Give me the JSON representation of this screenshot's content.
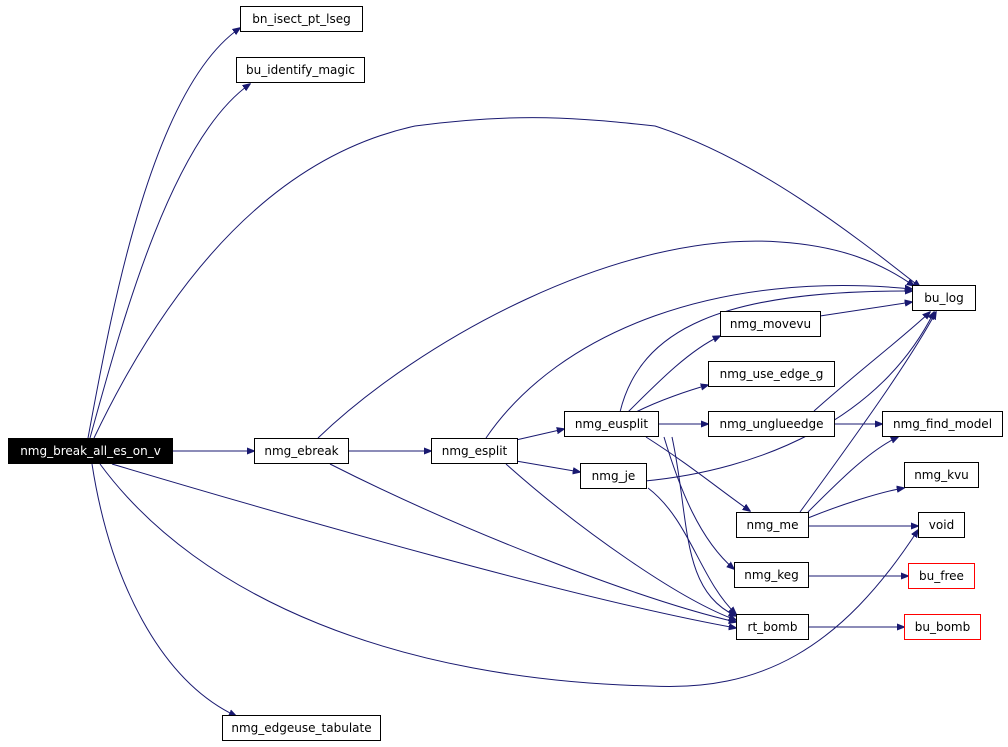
{
  "graph": {
    "nodes": [
      {
        "id": "root",
        "label": "nmg_break_all_es_on_v",
        "style": "root"
      },
      {
        "id": "isect",
        "label": "bn_isect_pt_lseg",
        "style": "normal"
      },
      {
        "id": "magic",
        "label": "bu_identify_magic",
        "style": "normal"
      },
      {
        "id": "log",
        "label": "bu_log",
        "style": "normal"
      },
      {
        "id": "movevu",
        "label": "nmg_movevu",
        "style": "normal"
      },
      {
        "id": "useg",
        "label": "nmg_use_edge_g",
        "style": "normal"
      },
      {
        "id": "unglue",
        "label": "nmg_unglueedge",
        "style": "normal"
      },
      {
        "id": "findmodel",
        "label": "nmg_find_model",
        "style": "normal"
      },
      {
        "id": "eusplit",
        "label": "nmg_eusplit",
        "style": "normal"
      },
      {
        "id": "ebreak",
        "label": "nmg_ebreak",
        "style": "normal"
      },
      {
        "id": "esplit",
        "label": "nmg_esplit",
        "style": "normal"
      },
      {
        "id": "je",
        "label": "nmg_je",
        "style": "normal"
      },
      {
        "id": "kvu",
        "label": "nmg_kvu",
        "style": "normal"
      },
      {
        "id": "me",
        "label": "nmg_me",
        "style": "normal"
      },
      {
        "id": "void",
        "label": "void",
        "style": "normal"
      },
      {
        "id": "keg",
        "label": "nmg_keg",
        "style": "normal"
      },
      {
        "id": "free",
        "label": "bu_free",
        "style": "external"
      },
      {
        "id": "bomb",
        "label": "rt_bomb",
        "style": "normal"
      },
      {
        "id": "bubomb",
        "label": "bu_bomb",
        "style": "external"
      },
      {
        "id": "tab",
        "label": "nmg_edgeuse_tabulate",
        "style": "normal"
      }
    ],
    "edges": [
      {
        "from": "root",
        "to": "isect"
      },
      {
        "from": "root",
        "to": "magic"
      },
      {
        "from": "root",
        "to": "log"
      },
      {
        "from": "root",
        "to": "ebreak"
      },
      {
        "from": "root",
        "to": "bomb"
      },
      {
        "from": "root",
        "to": "void"
      },
      {
        "from": "root",
        "to": "tab"
      },
      {
        "from": "ebreak",
        "to": "log"
      },
      {
        "from": "ebreak",
        "to": "esplit"
      },
      {
        "from": "ebreak",
        "to": "bomb"
      },
      {
        "from": "esplit",
        "to": "log"
      },
      {
        "from": "esplit",
        "to": "eusplit"
      },
      {
        "from": "esplit",
        "to": "je"
      },
      {
        "from": "esplit",
        "to": "bomb"
      },
      {
        "from": "eusplit",
        "to": "log"
      },
      {
        "from": "eusplit",
        "to": "movevu"
      },
      {
        "from": "eusplit",
        "to": "useg"
      },
      {
        "from": "eusplit",
        "to": "unglue"
      },
      {
        "from": "eusplit",
        "to": "me"
      },
      {
        "from": "eusplit",
        "to": "keg"
      },
      {
        "from": "eusplit",
        "to": "bomb"
      },
      {
        "from": "movevu",
        "to": "log"
      },
      {
        "from": "unglue",
        "to": "log"
      },
      {
        "from": "unglue",
        "to": "findmodel"
      },
      {
        "from": "je",
        "to": "log"
      },
      {
        "from": "je",
        "to": "bomb"
      },
      {
        "from": "me",
        "to": "log"
      },
      {
        "from": "me",
        "to": "findmodel"
      },
      {
        "from": "me",
        "to": "kvu"
      },
      {
        "from": "me",
        "to": "void"
      },
      {
        "from": "keg",
        "to": "free"
      },
      {
        "from": "bomb",
        "to": "bubomb"
      }
    ]
  }
}
